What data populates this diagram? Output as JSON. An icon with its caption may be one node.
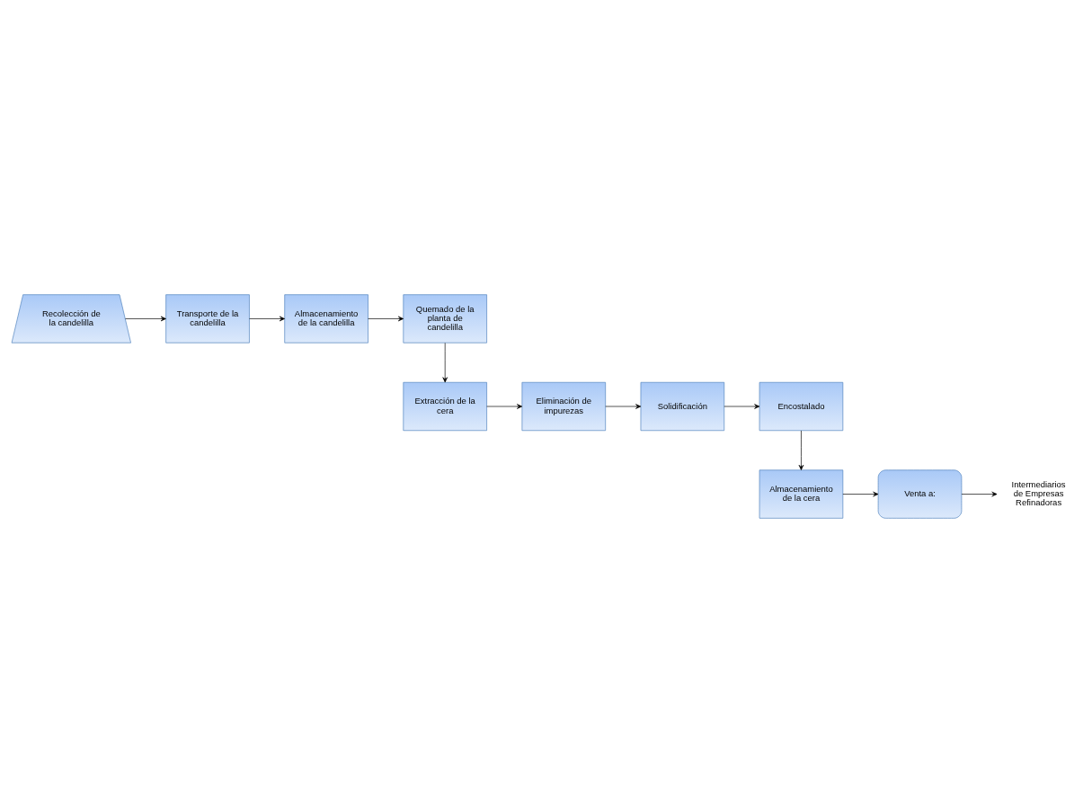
{
  "diagram": {
    "nodes": [
      {
        "text": [
          "Recolección de la candelilla"
        ]
      },
      {
        "text": [
          "Transporte de la candelilla"
        ]
      },
      {
        "text": [
          "Almacenamiento de la candelilla"
        ]
      },
      {
        "text": [
          "Quemado de la planta de candelilla"
        ]
      },
      {
        "text": [
          "Extracción de la cera"
        ]
      },
      {
        "text": [
          "Eliminación de impurezas"
        ]
      },
      {
        "text": [
          "Solidificación"
        ]
      },
      {
        "text": [
          "Encostalado"
        ]
      },
      {
        "text": [
          "Almacenamiento de la cera"
        ]
      },
      {
        "text": [
          "Venta a:"
        ]
      },
      {
        "text": [
          "Intermediarios de Empresas Refinadoras"
        ]
      }
    ],
    "edges": [
      {
        "from": 0,
        "to": 1,
        "arrow": "to"
      },
      {
        "from": 1,
        "to": 2,
        "arrow": "to"
      },
      {
        "from": 2,
        "to": 3,
        "arrow": "to"
      },
      {
        "from": 3,
        "to": 4,
        "arrow": "to"
      },
      {
        "from": 4,
        "to": 5,
        "arrow": "to"
      },
      {
        "from": 5,
        "to": 6,
        "arrow": "to"
      },
      {
        "from": 6,
        "to": 7,
        "arrow": "to"
      },
      {
        "from": 7,
        "to": 8,
        "arrow": "to"
      },
      {
        "from": 8,
        "to": 9,
        "arrow": "to"
      },
      {
        "from": 9,
        "to": 10,
        "arrow": "to"
      }
    ]
  }
}
